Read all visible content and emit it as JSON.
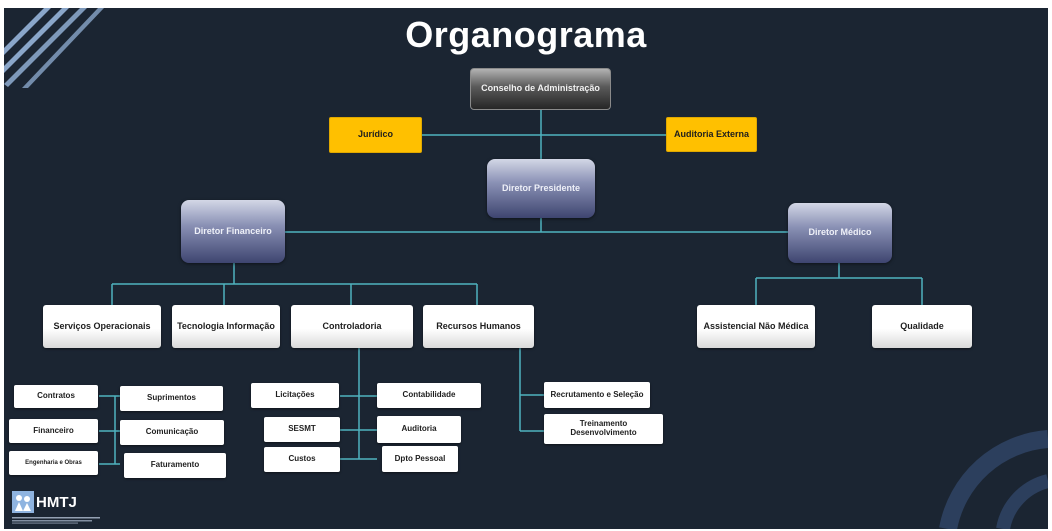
{
  "title": "Organograma",
  "colors": {
    "background": "#1b2532",
    "connector": "#4fb3bf",
    "advisory": "#ffc000",
    "director": "#5a6190",
    "accent_stripes": "#8aa6c9"
  },
  "board": {
    "label": "Conselho de Administração"
  },
  "advisory": {
    "legal": "Jurídico",
    "audit": "Auditoria Externa"
  },
  "directors": {
    "president": "Diretor Presidente",
    "financial": "Diretor Financeiro",
    "medical": "Diretor Médico"
  },
  "departments": {
    "services": "Serviços Operacionais",
    "it": "Tecnologia Informação",
    "controlling": "Controladoria",
    "hr": "Recursos Humanos",
    "care": "Assistencial Não Médica",
    "quality": "Qualidade"
  },
  "units": {
    "contracts": "Contratos",
    "supplies": "Suprimentos",
    "finance": "Financeiro",
    "communication": "Comunicação",
    "engineering": "Engenharia e Obras",
    "billing": "Faturamento",
    "procurement": "Licitações",
    "accounting": "Contabilidade",
    "sesmt": "SESMT",
    "audit": "Auditoria",
    "costs": "Custos",
    "personnel": "Dpto Pessoal",
    "recruitment": "Recrutamento e Seleção",
    "training": "Treinamento Desenvolvimento"
  },
  "logo": {
    "text": "HMTJ",
    "icon": "hospital-logo-icon"
  }
}
